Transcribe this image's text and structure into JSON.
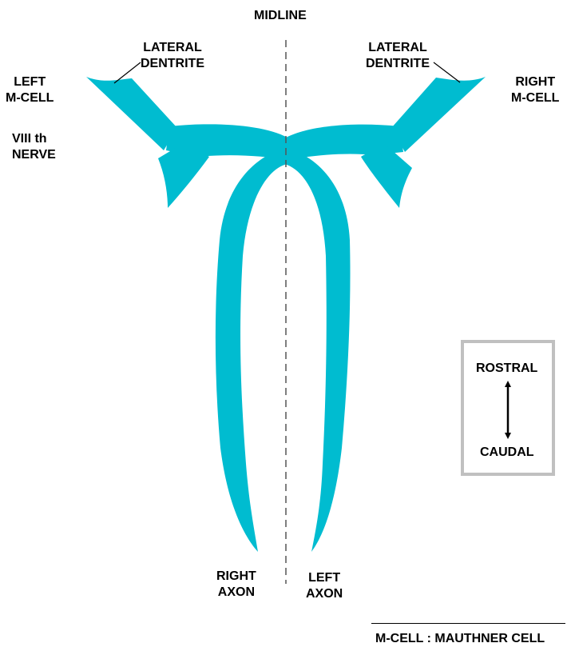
{
  "colors": {
    "cell": "#00bcd0",
    "midline": "#555555",
    "box_border": "#c0c0c0",
    "text": "#000000"
  },
  "labels": {
    "midline": "MIDLINE",
    "left_lateral_dentrite": [
      "LATERAL",
      "DENTRITE"
    ],
    "right_lateral_dentrite": [
      "LATERAL",
      "DENTRITE"
    ],
    "left_mcell": [
      "LEFT",
      "M-CELL"
    ],
    "right_mcell": [
      "RIGHT",
      "M-CELL"
    ],
    "viii_nerve": [
      "VIII th",
      "NERVE"
    ],
    "right_axon": [
      "RIGHT",
      "AXON"
    ],
    "left_axon": [
      "LEFT",
      "AXON"
    ]
  },
  "orientation": {
    "rostral": "ROSTRAL",
    "caudal": "CAUDAL"
  },
  "footer": {
    "legend": "M-CELL : MAUTHNER CELL"
  }
}
